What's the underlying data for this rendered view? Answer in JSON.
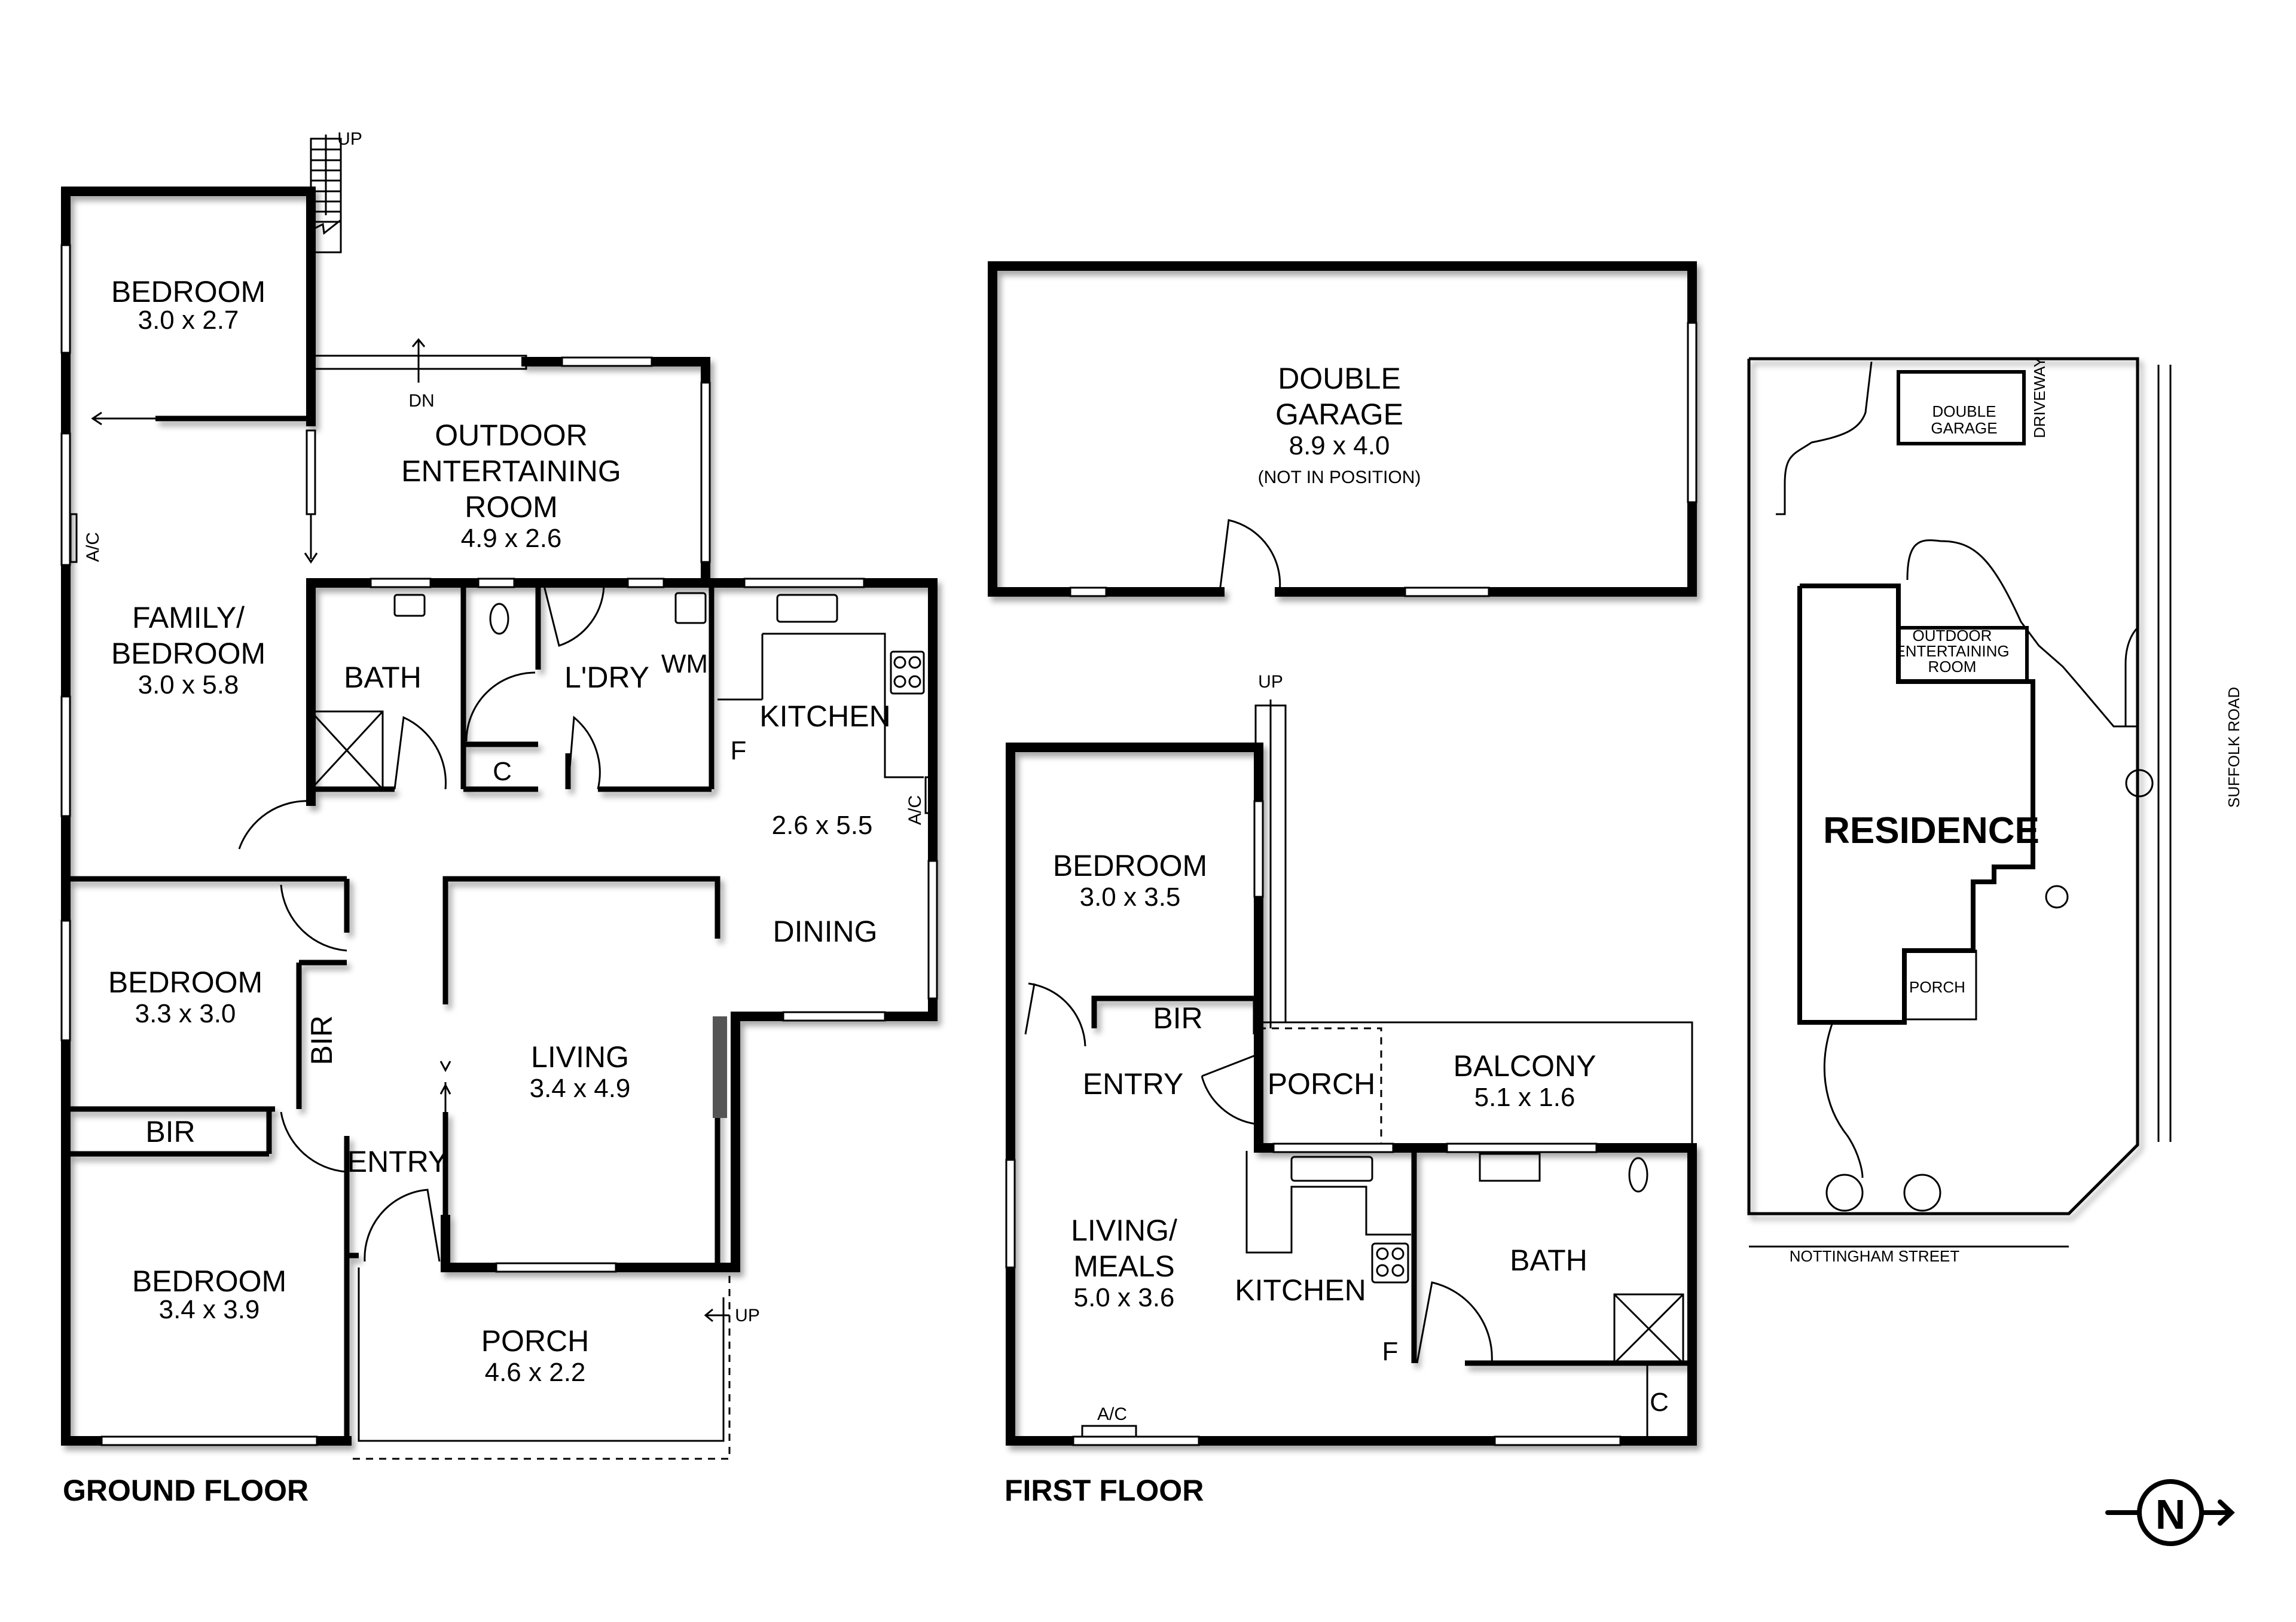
{
  "ground_floor": {
    "title": "GROUND FLOOR",
    "rooms": [
      {
        "name": "BEDROOM",
        "dims": "3.0 x 2.7"
      },
      {
        "name_lines": [
          "OUTDOOR",
          "ENTERTAINING",
          "ROOM"
        ],
        "dims": "4.9 x 2.6"
      },
      {
        "name_lines": [
          "FAMILY/",
          "BEDROOM"
        ],
        "dims": "3.0 x 5.8"
      },
      {
        "name": "BATH"
      },
      {
        "name": "L'DRY"
      },
      {
        "name": "KITCHEN",
        "dims": "2.6 x 5.5"
      },
      {
        "name": "DINING"
      },
      {
        "name": "BEDROOM",
        "dims": "3.3 x 3.0"
      },
      {
        "name": "LIVING",
        "dims": "3.4 x 4.9"
      },
      {
        "name": "ENTRY"
      },
      {
        "name": "BEDROOM",
        "dims": "3.4 x 3.9"
      },
      {
        "name": "PORCH",
        "dims": "4.6 x 2.2"
      }
    ],
    "fixtures": {
      "wm": "WM",
      "c": "C",
      "f": "F",
      "ac": "A/C",
      "bir": "BIR",
      "up": "UP",
      "dn": "DN"
    }
  },
  "garage": {
    "name_lines": [
      "DOUBLE",
      "GARAGE"
    ],
    "dims": "8.9 x 4.0",
    "note": "(NOT IN POSITION)"
  },
  "first_floor": {
    "title": "FIRST FLOOR",
    "rooms": [
      {
        "name": "BEDROOM",
        "dims": "3.0 x 3.5"
      },
      {
        "name": "BIR"
      },
      {
        "name": "ENTRY"
      },
      {
        "name": "PORCH"
      },
      {
        "name": "BALCONY",
        "dims": "5.1 x 1.6"
      },
      {
        "name_lines": [
          "LIVING/",
          "MEALS"
        ],
        "dims": "5.0 x 3.6"
      },
      {
        "name": "KITCHEN"
      },
      {
        "name": "BATH"
      }
    ],
    "fixtures": {
      "f": "F",
      "c": "C",
      "ac": "A/C",
      "up": "UP"
    }
  },
  "site_plan": {
    "garage_lines": [
      "DOUBLE",
      "GARAGE"
    ],
    "driveway": "DRIVEWAY",
    "outdoor_lines": [
      "OUTDOOR",
      "ENTERTAINING",
      "ROOM"
    ],
    "residence": "RESIDENCE",
    "porch": "PORCH",
    "road_east": "SUFFOLK ROAD",
    "road_south": "NOTTINGHAM STREET"
  },
  "north_arrow": {
    "label": "N"
  }
}
